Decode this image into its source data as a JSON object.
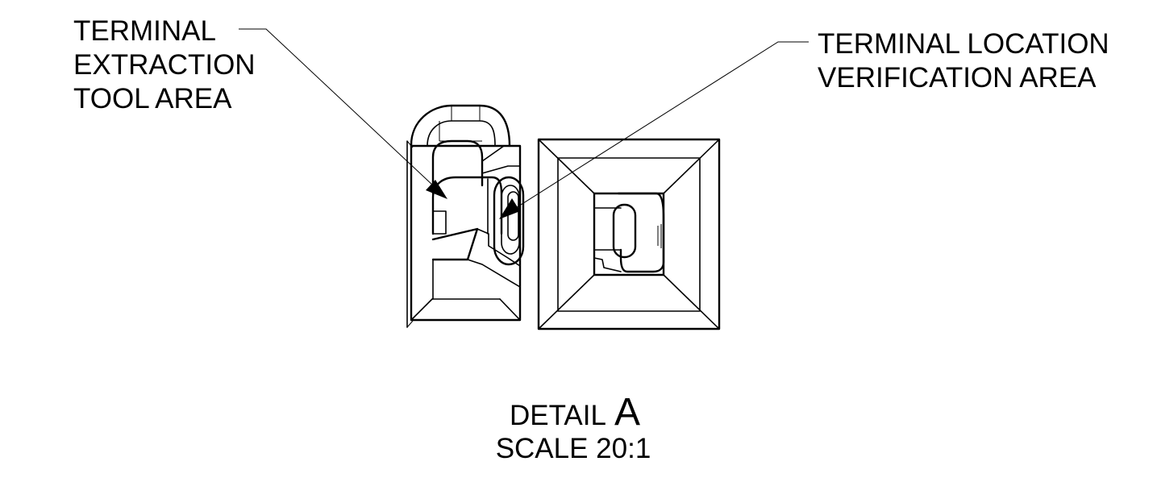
{
  "callouts": {
    "extraction": [
      "TERMINAL",
      "EXTRACTION",
      "TOOL AREA"
    ],
    "verification": [
      "TERMINAL LOCATION",
      "VERIFICATION AREA"
    ]
  },
  "detail": {
    "label": "DETAIL",
    "letter": "A",
    "scale": "SCALE 20:1"
  },
  "colors": {
    "ink": "#000000",
    "paper": "#ffffff"
  }
}
